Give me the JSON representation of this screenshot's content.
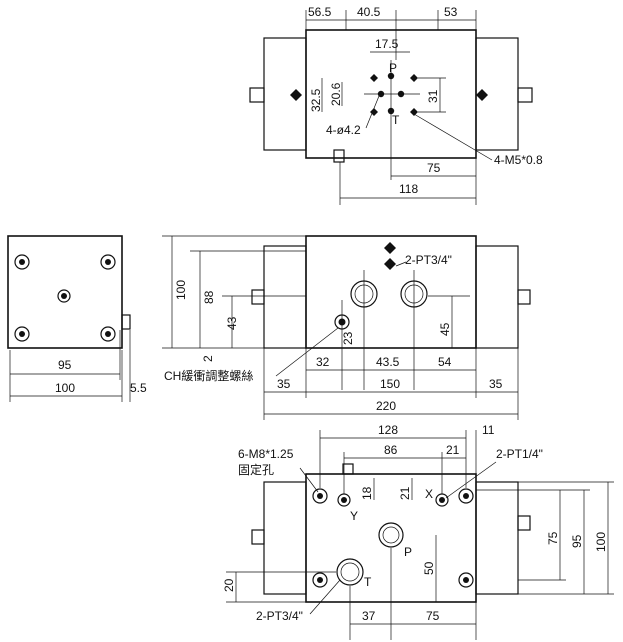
{
  "top_view": {
    "dims": {
      "w1": "56.5",
      "w2": "40.5",
      "w3": "53",
      "d175": "17.5",
      "p": "P",
      "d325": "32.5",
      "d206": "20.6",
      "d31": "31",
      "holes": "4-ø4.2",
      "t": "T",
      "d75": "75",
      "d118": "118",
      "m5": "4-M5*0.8"
    }
  },
  "side_view": {
    "dims": {
      "d95": "95",
      "d100": "100",
      "d55": "5.5"
    }
  },
  "front_view": {
    "dims": {
      "d100": "100",
      "d88": "88",
      "d43": "43",
      "d23": "23",
      "d2": "2",
      "d45": "45",
      "pt34": "2-PT3/4\"",
      "d32": "32",
      "d435": "43.5",
      "d54": "54",
      "d35a": "35",
      "d150": "150",
      "d35b": "35",
      "d220": "220",
      "ch": "CH緩衝調整螺絲"
    }
  },
  "bottom_view": {
    "dims": {
      "d128": "128",
      "d11": "11",
      "d86": "86",
      "d21a": "21",
      "m8": "6-M8*1.25",
      "fix": "固定孔",
      "pt14": "2-PT1/4\"",
      "d18": "18",
      "d21b": "21",
      "x": "X",
      "y": "Y",
      "p": "P",
      "d75": "75",
      "d95": "95",
      "d100": "100",
      "d50": "50",
      "d20": "20",
      "t": "T",
      "pt34": "2-PT3/4\"",
      "d37": "37",
      "d75b": "75"
    }
  }
}
